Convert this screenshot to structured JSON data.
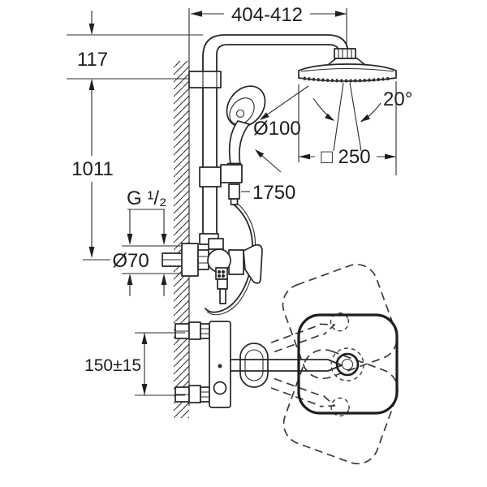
{
  "diagram": {
    "type": "technical-dimensional-drawing",
    "subject": "wall-mounted shower system with head shower, hand shower and single-lever mixer (front view and top view)",
    "colors": {
      "background": "#ffffff",
      "line": "#272727",
      "text": "#1d1d1d"
    },
    "dims": {
      "arm_reach": "404-412",
      "top_offset": "117",
      "column_height": "1011",
      "thread_size": "G ¹/₂",
      "escutcheon_diameter": "Ø70",
      "handshower_diameter": "Ø100",
      "hose_length": "1750",
      "swivel_angle": "20°",
      "headshower_size": "□ 250",
      "inlet_spacing": "150±15"
    }
  }
}
